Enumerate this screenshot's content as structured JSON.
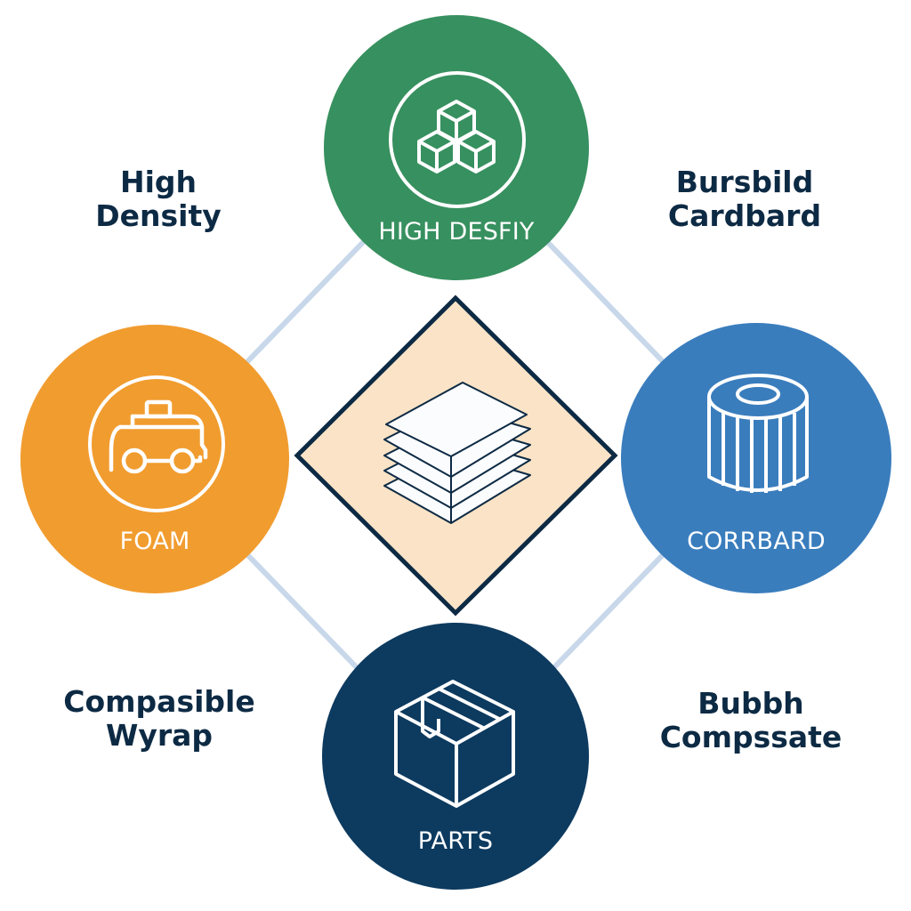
{
  "diagram": {
    "center": {
      "shape": "diamond",
      "icon": "stacked-sheets-icon",
      "fill": "#fae3c6",
      "border": "#0d2a44"
    },
    "nodes": [
      {
        "id": "top",
        "label": "HIGH DESFIY",
        "icon": "cubes-icon",
        "color": "#37905f"
      },
      {
        "id": "left",
        "label": "FOAM",
        "icon": "vehicle-icon",
        "color": "#f19c2f"
      },
      {
        "id": "right",
        "label": "CORRBARD",
        "icon": "roll-icon",
        "color": "#3a7dbd"
      },
      {
        "id": "bottom",
        "label": "PARTS",
        "icon": "box-icon",
        "color": "#0d3a5f"
      }
    ],
    "side_labels": [
      {
        "position": "top-left",
        "line1": "High",
        "line2": "Density"
      },
      {
        "position": "top-right",
        "line1": "Bursbild",
        "line2": "Cardbard"
      },
      {
        "position": "bottom-left",
        "line1": "Compasible",
        "line2": "Wyrap"
      },
      {
        "position": "bottom-right",
        "line1": "Bubbh",
        "line2": "Compssate"
      }
    ],
    "connector_color": "#c8d8ea",
    "text_color": "#0d2a44"
  }
}
